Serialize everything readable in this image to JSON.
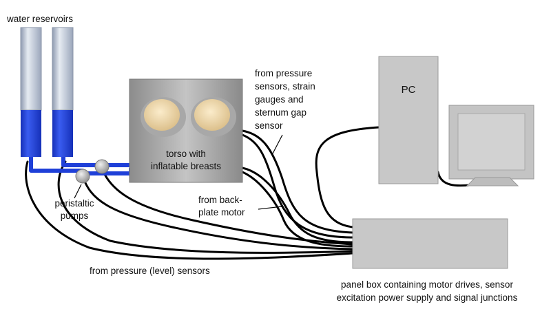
{
  "labels": {
    "water_reservoirs": "water reservoirs",
    "torso_line1": "torso with",
    "torso_line2": "inflatable breasts",
    "pressure_sensors_line1": "from pressure",
    "pressure_sensors_line2": "sensors, strain",
    "pressure_sensors_line3": "gauges and",
    "pressure_sensors_line4": "sternum gap",
    "pressure_sensors_line5": "sensor",
    "pc": "PC",
    "backplate_line1": "from back-",
    "backplate_line2": "plate motor",
    "pumps_line1": "peristaltic",
    "pumps_line2": "pumps",
    "level_sensors": "from pressure (level) sensors",
    "panel_line1": "panel box containing motor drives, sensor",
    "panel_line2": "excitation power supply and signal junctions"
  },
  "colors": {
    "water": "#1e3fd8",
    "tube_glass": "#b8c4d6",
    "cable": "#000000",
    "box_gray": "#c8c8c8",
    "breast": "#f0d8a8"
  }
}
